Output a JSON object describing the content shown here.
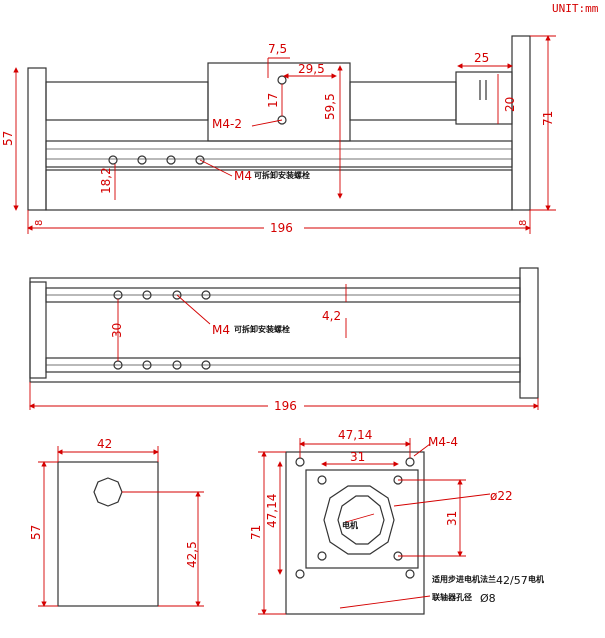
{
  "unit_label": "UNIT:mm",
  "top_view": {
    "dim_7_5": "7,5",
    "dim_29_5": "29,5",
    "dim_25": "25",
    "dim_17": "17",
    "dim_59_5": "59,5",
    "dim_20": "20",
    "dim_71": "71",
    "dim_57": "57",
    "dim_18_2": "18,2",
    "dim_196": "196",
    "dim_8_left": "8",
    "dim_8_right": "8",
    "callout_m4_2": "M4-2",
    "callout_m4": "M4",
    "callout_m4_note": "可拆卸安装螺栓"
  },
  "middle_view": {
    "dim_30": "30",
    "dim_4_2": "4,2",
    "dim_196": "196",
    "callout_m4": "M4",
    "callout_m4_note": "可拆卸安装螺栓"
  },
  "bottom_left": {
    "dim_42": "42",
    "dim_57": "57",
    "dim_42_5": "42,5"
  },
  "bottom_right": {
    "dim_47_14_top": "47,14",
    "dim_31_top": "31",
    "dim_m4_4": "M4-4",
    "dim_phi22": "ø22",
    "dim_31_side": "31",
    "dim_47_14_side": "47,14",
    "dim_71": "71",
    "hole_label": "电机",
    "note_line1_prefix": "适用步进电机法兰",
    "note_line1_value": "42/57",
    "note_line1_suffix": "电机",
    "note_line2_prefix": "联轴器孔径",
    "note_line2_value": "Ø8"
  }
}
